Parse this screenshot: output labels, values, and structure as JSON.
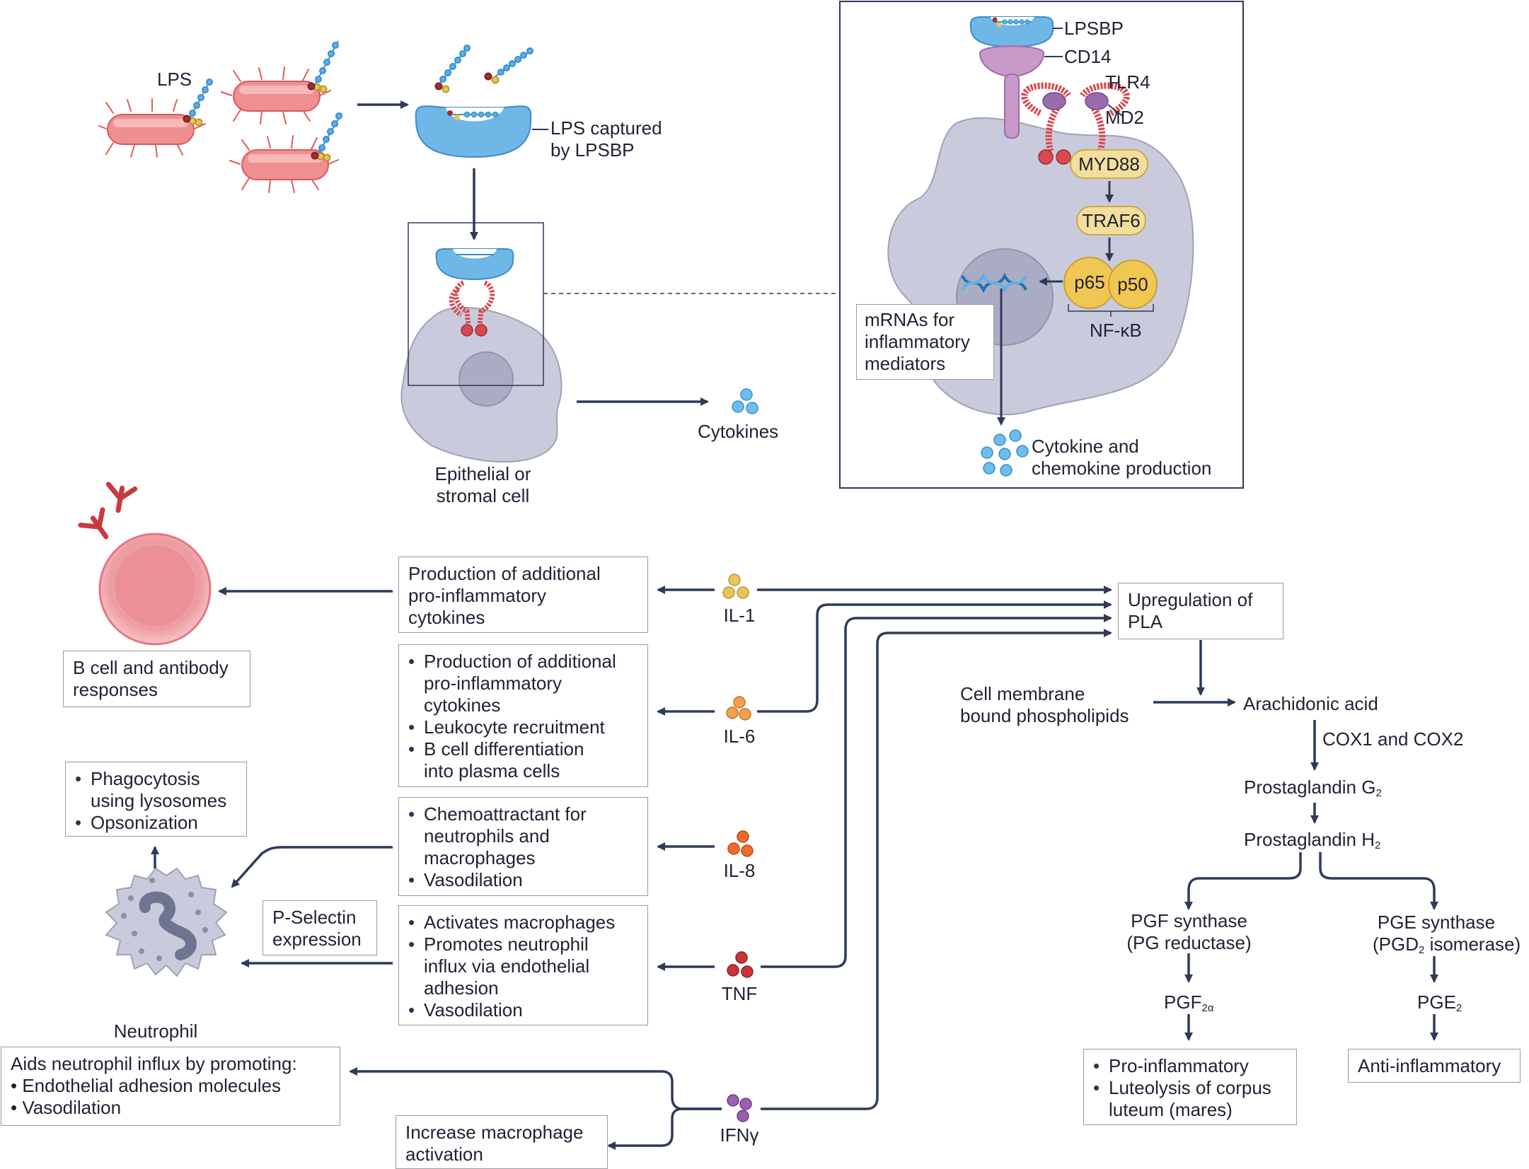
{
  "top": {
    "lps_label": "LPS",
    "lps_captured_line1": "LPS captured",
    "lps_captured_line2": "by LPSBP",
    "epithelial_line1": "Epithelial or",
    "epithelial_line2": "stromal cell",
    "cytokines_label": "Cytokines"
  },
  "inset": {
    "lpsbp": "LPSBP",
    "cd14": "CD14",
    "tlr4": "TLR4",
    "md2": "MD2",
    "myd88": "MYD88",
    "traf6": "TRAF6",
    "p65": "p65",
    "p50": "p50",
    "nfkb": "NF-κB",
    "mrna_lines": [
      "mRNAs for",
      "inflammatory",
      "mediators"
    ],
    "production_line1": "Cytokine and",
    "production_line2": "chemokine production"
  },
  "bcell": {
    "box_lines": [
      "B cell and antibody",
      "responses"
    ]
  },
  "neutrophil": {
    "label": "Neutrophil",
    "phago_items": [
      "Phagocytosis",
      "using lysosomes",
      "Opsonization"
    ],
    "pselectin_lines": [
      "P-Selectin",
      "expression"
    ],
    "aids_title": "Aids neutrophil influx by promoting:",
    "aids_items": [
      "Endothelial adhesion molecules",
      "Vasodilation"
    ],
    "macrophage_lines": [
      "Increase macrophage",
      "activation"
    ]
  },
  "cytokines": {
    "il1": {
      "label": "IL-1",
      "color": "#e8c45a",
      "effect_lines": [
        "Production of additional",
        "pro-inflammatory",
        "cytokines"
      ]
    },
    "il6": {
      "label": "IL-6",
      "color": "#f2a04e",
      "effect_items": [
        "Production of additional",
        "pro-inflammatory",
        "cytokines",
        "Leukocyte recruitment",
        "B cell differentiation",
        "into plasma cells"
      ]
    },
    "il8": {
      "label": "IL-8",
      "color": "#ee6a2c",
      "effect_items": [
        "Chemoattractant for",
        "neutrophils and",
        "macrophages",
        "Vasodilation"
      ]
    },
    "tnf": {
      "label": "TNF",
      "color": "#c9343a",
      "effect_items": [
        "Activates macrophages",
        "Promotes neutrophil",
        "influx via endothelial",
        "adhesion",
        "Vasodilation"
      ]
    },
    "ifng": {
      "label": "IFNγ",
      "color": "#9b5fb0"
    }
  },
  "pathway": {
    "pla_lines": [
      "Upregulation of",
      "PLA"
    ],
    "membrane_line1": "Cell membrane",
    "membrane_line2": "bound phospholipids",
    "arachidonic": "Arachidonic acid",
    "cox": "COX1 and COX2",
    "pgg2": "Prostaglandin G",
    "pgg2_sub": "2",
    "pgh2": "Prostaglandin H",
    "pgh2_sub": "2",
    "pgf_synthase_line1": "PGF synthase",
    "pgf_synthase_line2": "(PG reductase)",
    "pge_synthase_line1": "PGE synthase",
    "pge_synthase_line2a": "(PGD",
    "pge_synthase_line2_sub": "2",
    "pge_synthase_line2b": " isomerase)",
    "pgf2a": "PGF",
    "pgf2a_sub": "2α",
    "pge2": "PGE",
    "pge2_sub": "2",
    "pro_items": [
      "Pro-inflammatory",
      "Luteolysis of corpus",
      "luteum (mares)"
    ],
    "anti": "Anti-inflammatory"
  }
}
